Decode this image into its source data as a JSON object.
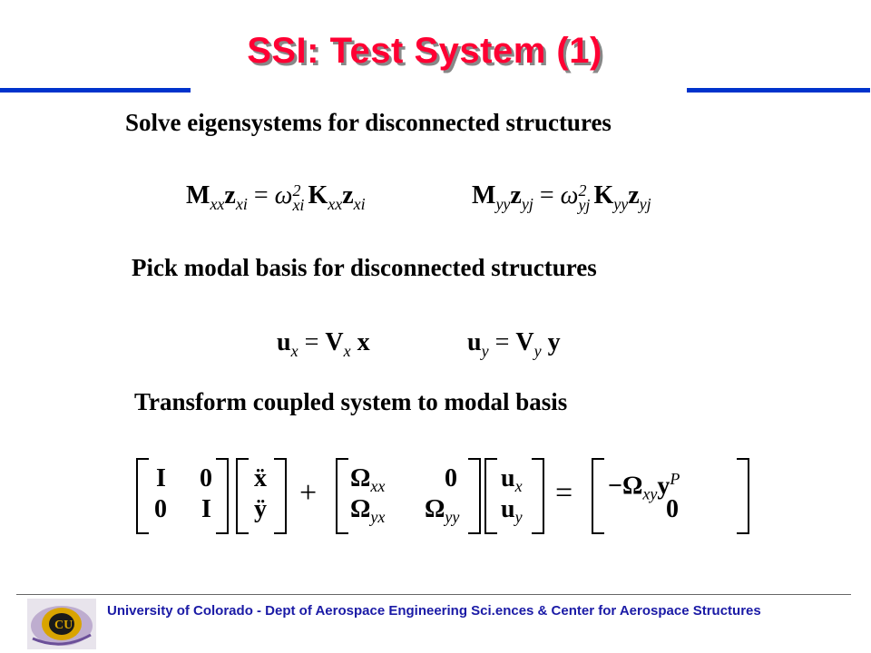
{
  "slide": {
    "title": "SSI: Test System (1)",
    "heading_1": "Solve eigensystems for disconnected structures",
    "heading_2": "Pick modal basis for disconnected structures",
    "heading_3": "Transform coupled system to modal basis"
  },
  "equations": {
    "eig_x": "M_xx z_xi = ω²_xi K_xx z_xi",
    "eig_y": "M_yy z_yj = ω²_yj K_yy z_yj",
    "basis_x": "u_x = V_x x",
    "basis_y": "u_y = V_y y",
    "modal": "[I 0; 0 I][ẍ; ÿ] + [Ω_xx 0; Ω_yx Ω_yy][u_x; u_y] = [−Ω_xy y^P; 0]"
  },
  "footer": {
    "text": "University of Colorado - Dept of Aerospace Engineering Sci.ences & Center for Aerospace Structures",
    "logo_icon": "cu-aerospace-logo-icon"
  },
  "colors": {
    "title": "#ff0033",
    "rule": "#0033cc",
    "footer_text": "#1a1aa6"
  }
}
